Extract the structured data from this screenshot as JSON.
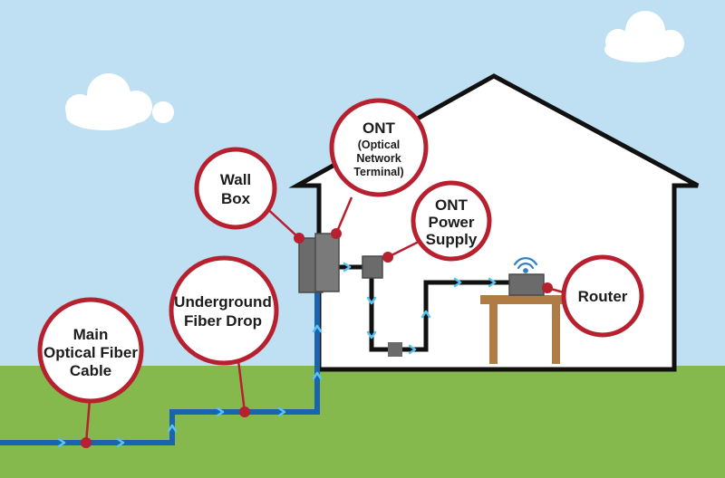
{
  "callouts": {
    "main_cable": [
      "Main",
      "Optical Fiber",
      "Cable"
    ],
    "underground_drop": [
      "Underground",
      "Fiber Drop"
    ],
    "wall_box": [
      "Wall",
      "Box"
    ],
    "ont": [
      "ONT",
      "(Optical",
      "Network",
      "Terminal)"
    ],
    "ont_power": [
      "ONT",
      "Power",
      "Supply"
    ],
    "router": [
      "Router"
    ]
  },
  "colors": {
    "sky": "#bfe0f2",
    "grass": "#85b94d",
    "callout_border": "#b7202e",
    "fiber": "#1a63b0",
    "ethernet": "#111111",
    "arrow": "#5bc3ef",
    "device": "#6b6b6b",
    "table": "#b07c45"
  }
}
